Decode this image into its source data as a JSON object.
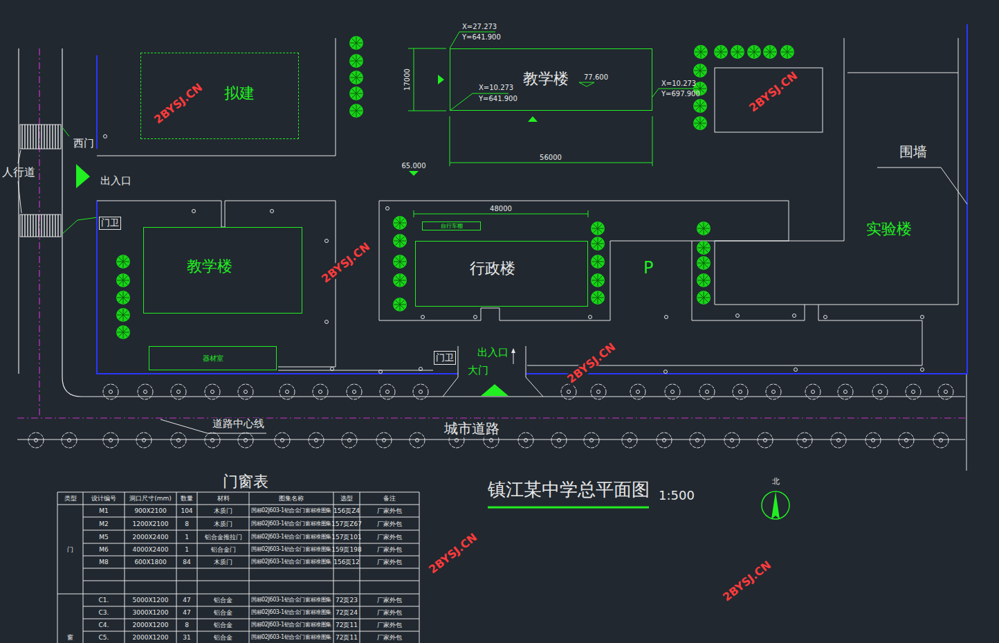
{
  "diagram": {
    "title": "镇江某中学总平面图",
    "nodes": [
      {
        "text": [
          "拟建"
        ]
      },
      {
        "text": [
          "教学楼",
          "77.600"
        ]
      },
      {
        "text": [
          "门卫"
        ]
      },
      {
        "text": [
          "教学楼"
        ]
      },
      {
        "text": [
          "器材室"
        ]
      },
      {
        "text": [
          "自行车棚"
        ]
      },
      {
        "text": [
          "行政楼"
        ]
      },
      {
        "text": [
          "门卫"
        ]
      },
      {
        "text": [
          "实验楼"
        ]
      }
    ],
    "labels": [
      "人行道",
      "西门",
      "出入口",
      "X=27.273",
      "Y=641.900",
      "17000",
      "X=10.273",
      "Y=641.900",
      "X=10.273",
      "Y=697.900",
      "56000",
      "65.000",
      "围墙",
      "48000",
      "P",
      "出入口",
      "大门",
      "道路中心线",
      "城市道路",
      "门窗表",
      "1:500",
      "北",
      "2BYSJ.CN",
      "2BYSJ.CN",
      "2BYSJ.CN",
      "2BYSJ.CN",
      "2BYSJ.CN",
      "2BYSJ.CN",
      "类型",
      "设计编号",
      "洞口尺寸(mm)",
      "数量",
      "材料",
      "图集名称",
      "选型",
      "备注",
      "门",
      "M1",
      "900X2100",
      "104",
      "木质门",
      "国标02J603-1铝合金门窗标准图集",
      "156页Z4",
      "厂家外包",
      "M2",
      "1200X2100",
      "8",
      "木质门",
      "国标02J603-1铝合金门窗标准图集",
      "157页Z67",
      "厂家外包",
      "M5",
      "2000X2400",
      "1",
      "铝合金推拉门",
      "国标02J603-1铝合金门窗标准图集",
      "157页101",
      "厂家外包",
      "M6",
      "4000X2400",
      "1",
      "铝合金门",
      "国标02J603-1铝合金门窗标准图集",
      "159页198",
      "厂家外包",
      "M8",
      "600X1800",
      "84",
      "木质门",
      "国标02J603-1铝合金门窗标准图集",
      "156页12",
      "厂家外包",
      "窗",
      "C1.",
      "5000X1200",
      "47",
      "铝合金",
      "国标02J603-1铝合金门窗标准图集",
      "72页23",
      "厂家外包",
      "C3.",
      "3000X1200",
      "47",
      "铝合金",
      "国标02J603-1铝合金门窗标准图集",
      "72页24",
      "厂家外包",
      "C4.",
      "2000X1200",
      "8",
      "铝合金",
      "国标02J603-1铝合金门窗标准图集",
      "72页11",
      "厂家外包",
      "C5.",
      "2000X1200",
      "31",
      "铝合金",
      "国标02J603-1铝合金门窗标准图集",
      "72页11",
      "厂家外包"
    ]
  }
}
